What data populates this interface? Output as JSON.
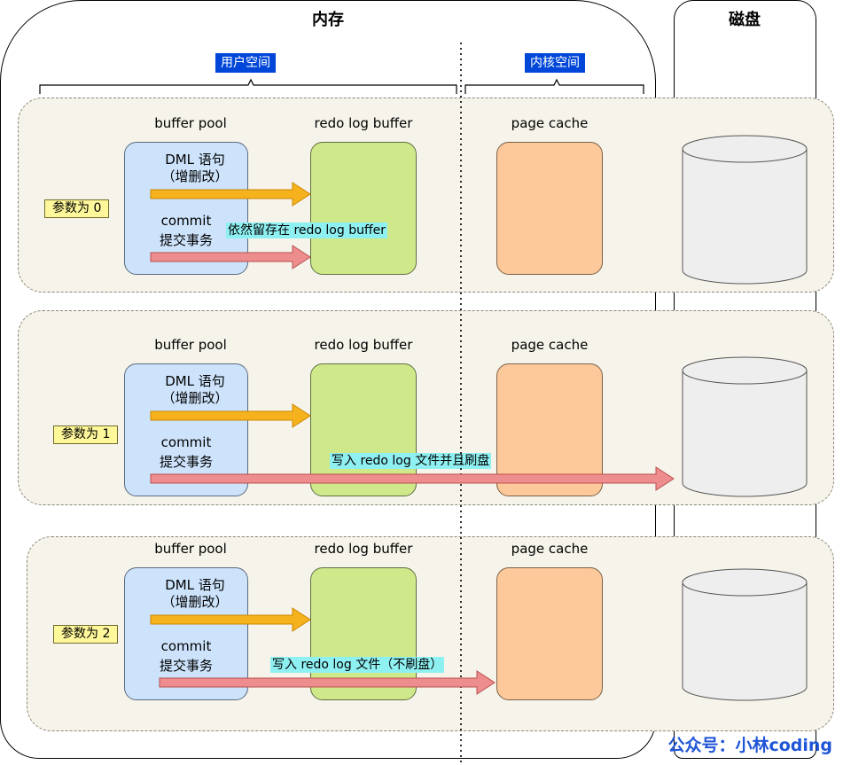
{
  "sections": {
    "memory_title": "内存",
    "disk_title": "磁盘",
    "user_space_tag": "用户空间",
    "kernel_space_tag": "内核空间"
  },
  "columns": {
    "buffer_pool": "buffer pool",
    "redo_log_buffer": "redo log buffer",
    "page_cache": "page cache"
  },
  "boxes": {
    "dml_line1": "DML 语句",
    "dml_line2": "（增删改）",
    "commit_line1": "commit",
    "commit_line2": "提交事务"
  },
  "panels": [
    {
      "param_label": "参数为 0",
      "flow_label": "依然留存在 redo log buffer",
      "commit_target": "redo log buffer"
    },
    {
      "param_label": "参数为 1",
      "flow_label": "写入 redo log 文件并且刷盘",
      "commit_target": "disk"
    },
    {
      "param_label": "参数为 2",
      "flow_label": "写入 redo log 文件（不刷盘）",
      "commit_target": "page cache"
    }
  ],
  "watermark": "公众号：小林coding",
  "colors": {
    "user_kernel_tag": "#0047d9",
    "buffer_pool_box": "#cde3fb",
    "redo_log_buffer_box": "#cfe98a",
    "page_cache_box": "#fdc89a",
    "dml_arrow": "#f6b21c",
    "commit_arrow": "#ee8d8d",
    "param_label_bg": "#fff89a",
    "flow_label_bg": "#8ff0f2",
    "panel_bg": "#f6f3ea",
    "watermark": "#1f55d6"
  }
}
